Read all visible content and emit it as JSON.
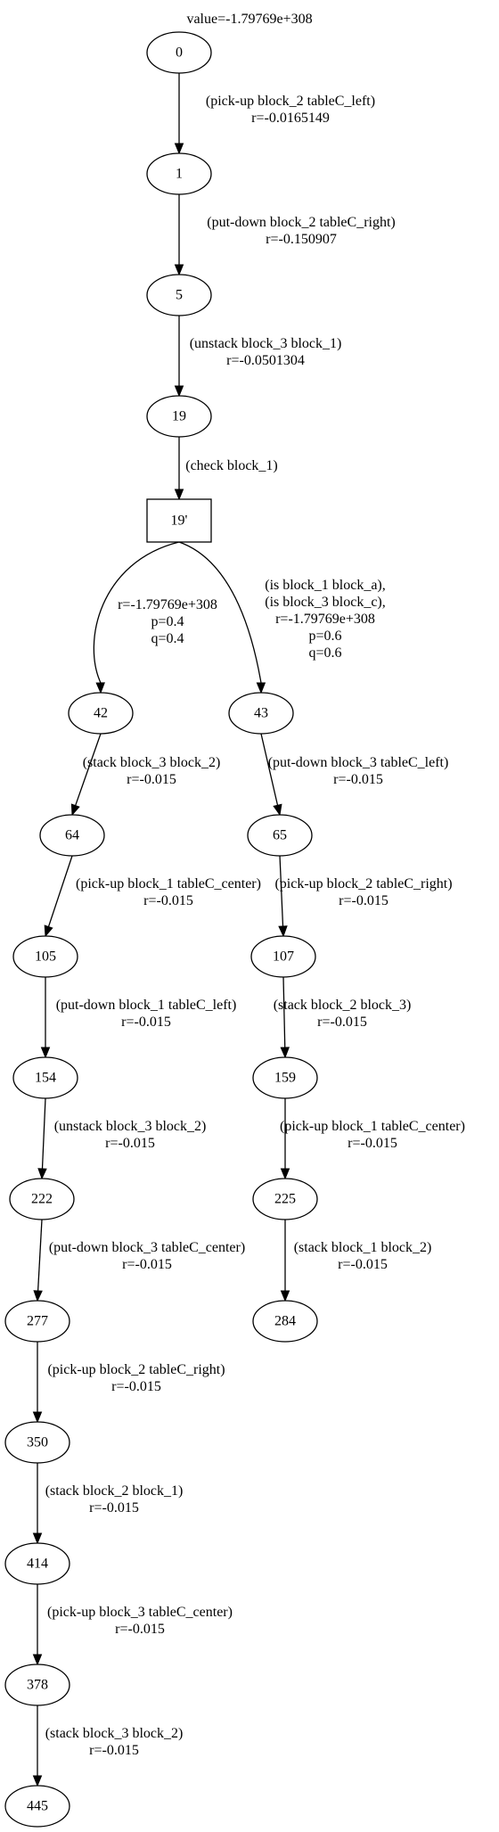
{
  "header": {
    "value_label": "value=-1.79769e+308"
  },
  "nodes": {
    "n0": "0",
    "n1": "1",
    "n5": "5",
    "n19": "19",
    "n19p": "19'",
    "n42": "42",
    "n43": "43",
    "n64": "64",
    "n65": "65",
    "n105": "105",
    "n107": "107",
    "n154": "154",
    "n159": "159",
    "n222": "222",
    "n225": "225",
    "n277": "277",
    "n284": "284",
    "n350": "350",
    "n414": "414",
    "n378": "378",
    "n445": "445"
  },
  "edges": {
    "e0_1": [
      "(pick-up block_2 tableC_left)",
      "r=-0.0165149"
    ],
    "e1_5": [
      "(put-down block_2 tableC_right)",
      "r=-0.150907"
    ],
    "e5_19": [
      "(unstack block_3 block_1)",
      "r=-0.0501304"
    ],
    "e19_19p": [
      "(check block_1)"
    ],
    "e19p_42": [
      "r=-1.79769e+308",
      "p=0.4",
      "q=0.4"
    ],
    "e19p_43": [
      "(is block_1 block_a),",
      "(is block_3 block_c),",
      "r=-1.79769e+308",
      "p=0.6",
      "q=0.6"
    ],
    "e42_64": [
      "(stack block_3 block_2)",
      "r=-0.015"
    ],
    "e43_65": [
      "(put-down block_3 tableC_left)",
      "r=-0.015"
    ],
    "e64_105": [
      "(pick-up block_1 tableC_center)",
      "r=-0.015"
    ],
    "e65_107": [
      "(pick-up block_2 tableC_right)",
      "r=-0.015"
    ],
    "e105_154": [
      "(put-down block_1 tableC_left)",
      "r=-0.015"
    ],
    "e107_159": [
      "(stack block_2 block_3)",
      "r=-0.015"
    ],
    "e154_222": [
      "(unstack block_3 block_2)",
      "r=-0.015"
    ],
    "e159_225": [
      "(pick-up block_1 tableC_center)",
      "r=-0.015"
    ],
    "e222_277": [
      "(put-down block_3 tableC_center)",
      "r=-0.015"
    ],
    "e225_284": [
      "(stack block_1 block_2)",
      "r=-0.015"
    ],
    "e277_350": [
      "(pick-up block_2 tableC_right)",
      "r=-0.015"
    ],
    "e350_414": [
      "(stack block_2 block_1)",
      "r=-0.015"
    ],
    "e414_378": [
      "(pick-up block_3 tableC_center)",
      "r=-0.015"
    ],
    "e378_445": [
      "(stack block_3 block_2)",
      "r=-0.015"
    ]
  }
}
